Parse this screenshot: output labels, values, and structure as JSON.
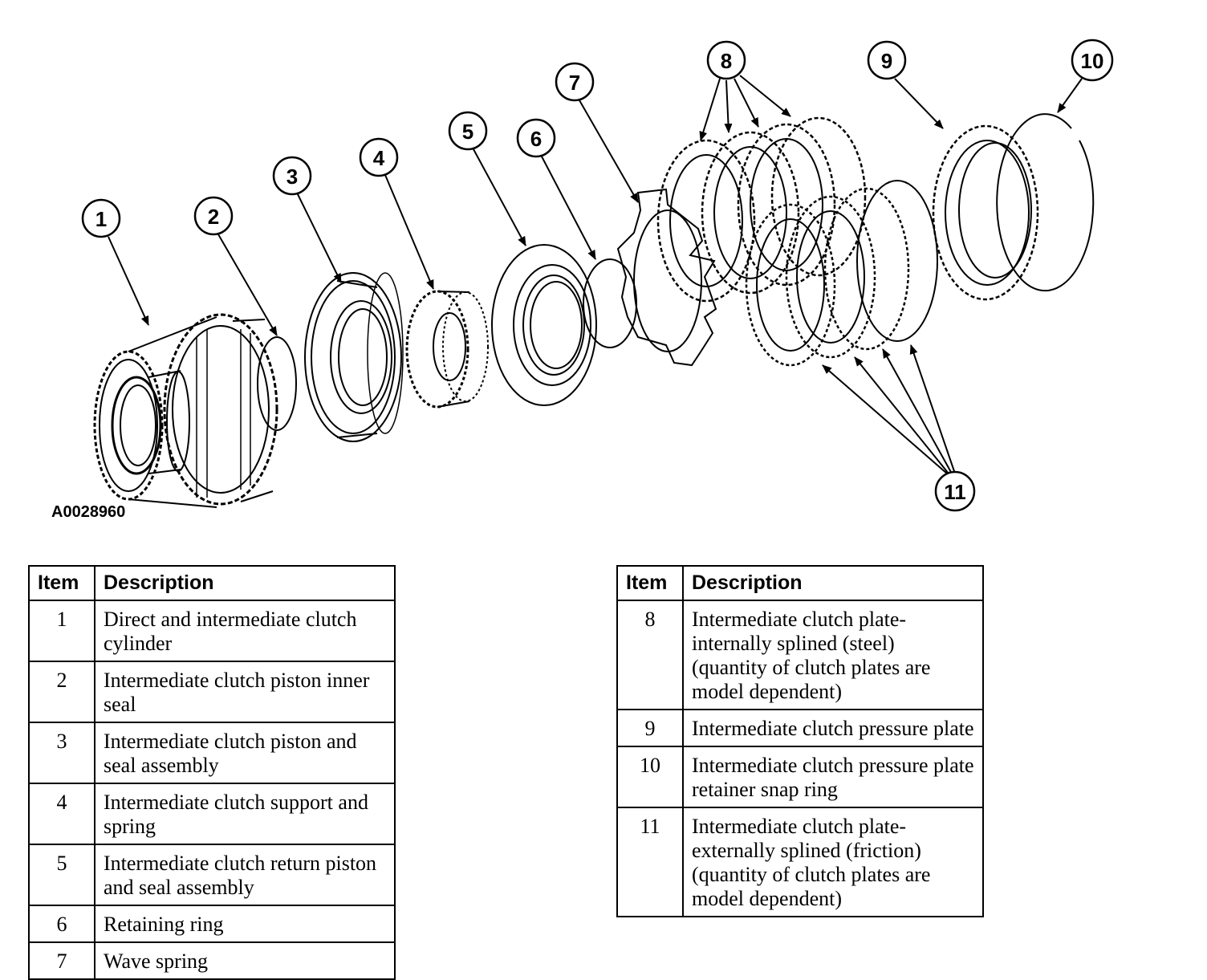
{
  "figure": {
    "id_label": "A0028960",
    "callouts": [
      "1",
      "2",
      "3",
      "4",
      "5",
      "6",
      "7",
      "8",
      "9",
      "10",
      "11"
    ]
  },
  "tables": [
    {
      "headers": [
        "Item",
        "Description"
      ],
      "rows": [
        {
          "item": "1",
          "description": "Direct and intermediate clutch cylinder"
        },
        {
          "item": "2",
          "description": "Intermediate clutch piston inner seal"
        },
        {
          "item": "3",
          "description": "Intermediate clutch piston and seal assembly"
        },
        {
          "item": "4",
          "description": "Intermediate clutch support and spring"
        },
        {
          "item": "5",
          "description": "Intermediate clutch return piston and seal assembly"
        },
        {
          "item": "6",
          "description": "Retaining ring"
        },
        {
          "item": "7",
          "description": "Wave spring"
        }
      ]
    },
    {
      "headers": [
        "Item",
        "Description"
      ],
      "rows": [
        {
          "item": "8",
          "description": "Intermediate clutch plate-internally splined (steel) (quantity of clutch plates are model dependent)"
        },
        {
          "item": "9",
          "description": "Intermediate clutch pressure plate"
        },
        {
          "item": "10",
          "description": "Intermediate clutch pressure plate retainer snap ring"
        },
        {
          "item": "11",
          "description": "Intermediate clutch plate-externally splined (friction) (quantity of clutch plates are model dependent)"
        }
      ]
    }
  ]
}
